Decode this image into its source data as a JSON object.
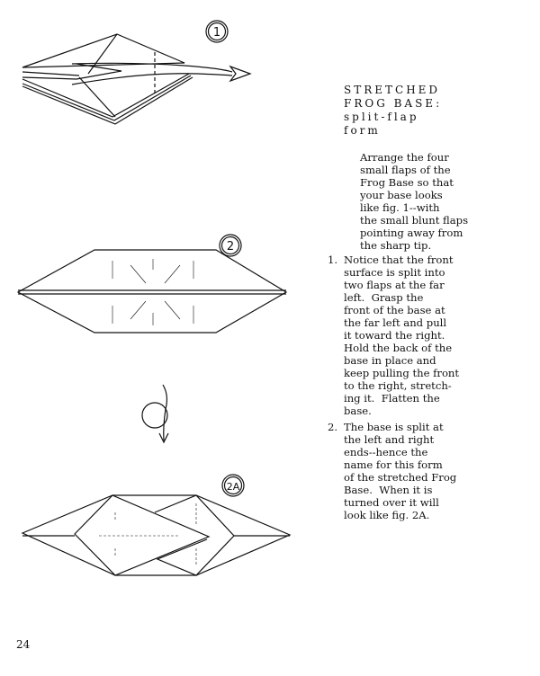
{
  "heading": {
    "line1": "STRETCHED",
    "line2": "FROG BASE:",
    "line3": "split-flap",
    "line4": "form"
  },
  "intro": "Arrange the four\nsmall flaps of the\nFrog Base so that\nyour base looks\nlike fig. 1--with\nthe small blunt flaps\npointing away from\nthe sharp tip.",
  "steps": [
    {
      "number": "1.",
      "text": "Notice that the front\nsurface is split into\ntwo flaps at the far\nleft.  Grasp the\nfront of the base at\nthe far left and pull\nit toward the right.\nHold the back of the\nbase in place and\nkeep pulling the front\nto the right, stretch-\ning it.  Flatten the\nbase."
    },
    {
      "number": "2.",
      "text": "The base is split at\nthe left and right\nends--hence the\nname for this form\nof the stretched Frog\nBase.  When it is\nturned over it will\nlook like fig. 2A."
    }
  ],
  "figures": {
    "fig1_label": "1",
    "fig2_label": "2",
    "fig2a_label": "2A"
  },
  "page_number": "24"
}
